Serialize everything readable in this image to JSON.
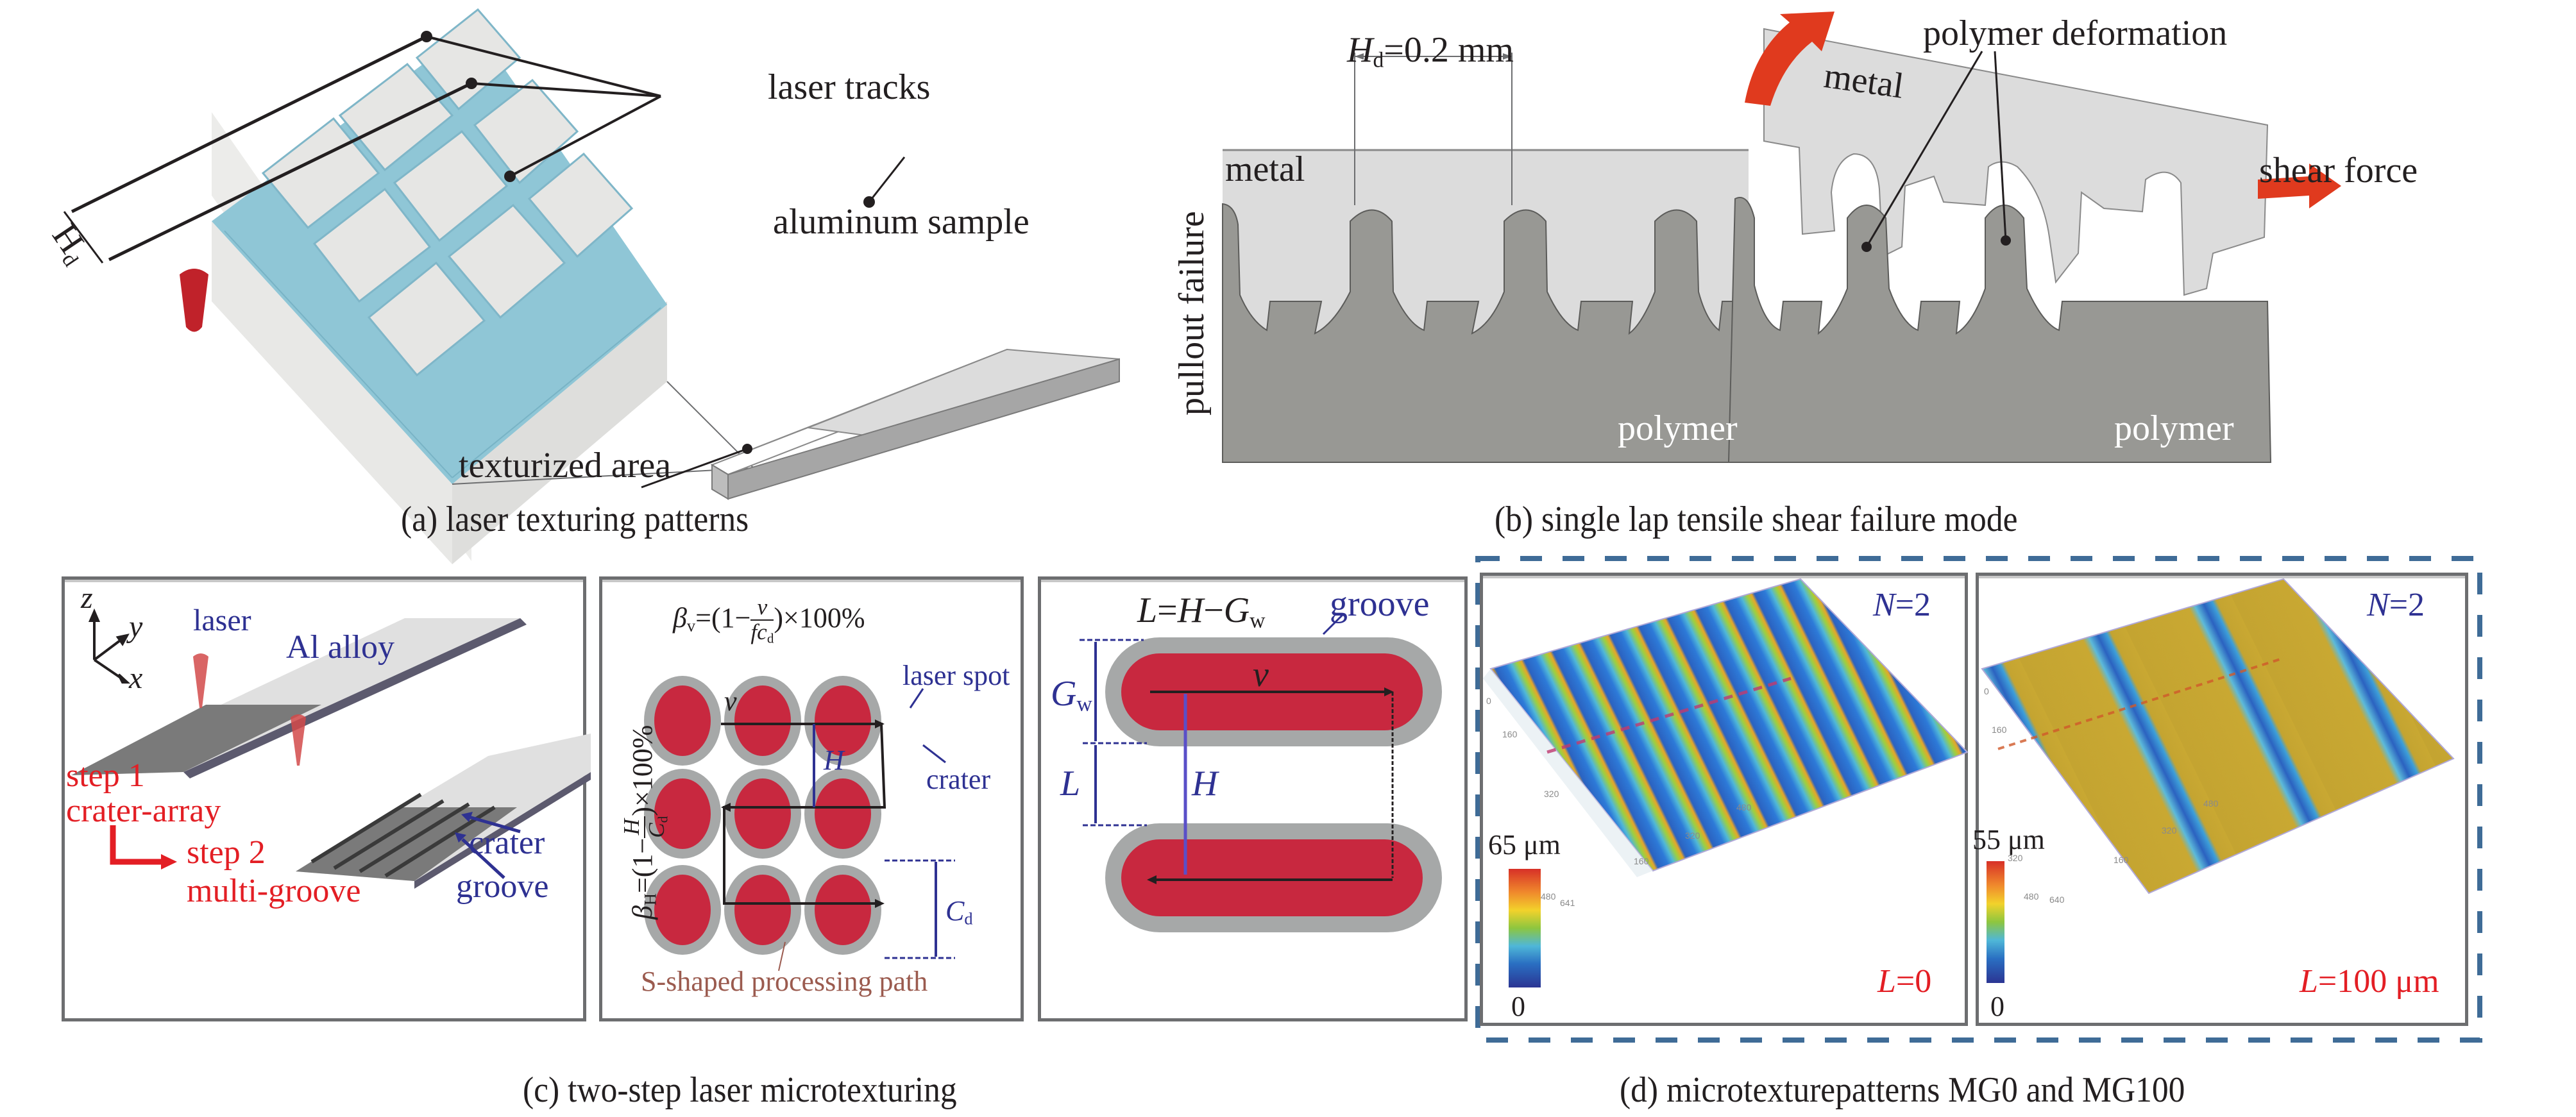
{
  "figure": {
    "panel_a": {
      "caption": "(a) laser texturing patterns",
      "labels": {
        "laser_tracks": "laser tracks",
        "aluminum_sample": "aluminum sample",
        "texturized_area": "texturized area",
        "hd_symbol": "H",
        "hd_sub": "d"
      }
    },
    "panel_b": {
      "caption": "(b) single lap tensile shear failure mode",
      "dimension": {
        "symbol": "H",
        "sub": "d",
        "value": "=0.2 mm"
      },
      "left": {
        "side_label": "pullout failure",
        "metal": "metal",
        "polymer": "polymer"
      },
      "right": {
        "metal": "metal",
        "polymer": "polymer",
        "polymer_deformation": "polymer deformation",
        "shear_force": "shear force"
      }
    },
    "panel_c": {
      "caption": "(c) two-step laser microtexturing",
      "sub1": {
        "axis_z": "z",
        "axis_y": "y",
        "axis_x": "x",
        "laser": "laser",
        "al_alloy": "Al alloy",
        "step1": "step 1",
        "crater_array": "crater-array",
        "step2": "step 2",
        "multi_groove": "multi-groove",
        "crater": "crater",
        "groove": "groove"
      },
      "sub2": {
        "beta_v_formula": {
          "lhs": "β",
          "lhs_sub": "v",
          "eq": "=(1−",
          "num": "v",
          "den": "fc",
          "den_sub": "d",
          "tail": ")×100%"
        },
        "beta_h_formula": {
          "lhs": "β",
          "lhs_sub": "H",
          "eq": "=(1−",
          "num": "H",
          "den": "C",
          "den_sub": "d",
          "tail": ")×100%"
        },
        "laser_spot": "laser spot",
        "crater": "crater",
        "v": "v",
        "H": "H",
        "Cd": "C",
        "Cd_sub": "d",
        "path_label": "S-shaped processing path"
      },
      "sub3": {
        "formula": {
          "L": "L",
          "eq1": "=",
          "H": "H",
          "minus": "−",
          "G": "G",
          "G_sub": "w"
        },
        "groove": "groove",
        "Gw": "G",
        "Gw_sub": "w",
        "L": "L",
        "H": "H",
        "v": "v"
      }
    },
    "panel_d": {
      "caption": "(d) microtexturepatterns MG0 and MG100",
      "mg0": {
        "n_label": "N",
        "n_value": "=2",
        "l_label": "L",
        "l_value": "=0",
        "colorbar_max": "65 μm",
        "colorbar_min": "0",
        "axis_ticks": [
          "0",
          "160",
          "320",
          "480",
          "480",
          "320",
          "160",
          "641"
        ]
      },
      "mg100": {
        "n_label": "N",
        "n_value": "=2",
        "l_label": "L",
        "l_value": "=100 μm",
        "colorbar_max": "55 μm",
        "colorbar_min": "0",
        "axis_ticks": [
          "0",
          "160",
          "320",
          "480",
          "480",
          "320",
          "160",
          "640"
        ]
      }
    },
    "colors": {
      "label_blue": "#2e3192",
      "label_red": "#e31e24",
      "path_brown": "#9b5b4f",
      "groove_cyan": "#8fc6d6",
      "metal_gray": "#dcdcdc",
      "polymer_gray": "#989894",
      "crater_red": "#c8283f",
      "crater_ring": "#a6a8a8",
      "dash_frame": "#3f6c97",
      "arrow_red": "#e03a1e"
    }
  }
}
